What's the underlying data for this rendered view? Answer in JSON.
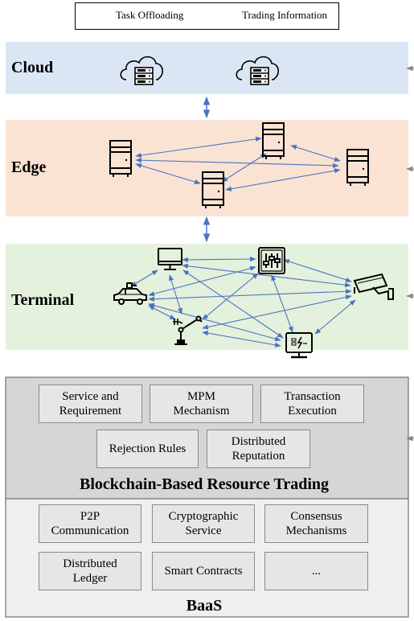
{
  "legend": {
    "task_offloading": "Task Offloading",
    "trading_information": "Trading Information"
  },
  "layers": {
    "cloud": "Cloud",
    "edge": "Edge",
    "terminal": "Terminal"
  },
  "blockchain": {
    "title": "Blockchain-Based Resource Trading",
    "modules": [
      "Service and\nRequirement",
      "MPM\nMechanism",
      "Transaction\nExecution",
      "Rejection Rules",
      "Distributed\nReputation"
    ]
  },
  "baas": {
    "title": "BaaS",
    "modules": [
      "P2P\nCommunication",
      "Cryptographic\nService",
      "Consensus\nMechanisms",
      "Distributed\nLedger",
      "Smart Contracts",
      "..."
    ]
  },
  "colors": {
    "cloud_band": "#dbe6f4",
    "edge_band": "#fae3d3",
    "terminal_band": "#e4f1dc",
    "arrow_blue": "#4a73c4",
    "trading_gray": "#888888",
    "blockchain_panel": "#d6d6d6",
    "baas_panel": "#efefef",
    "module_fill": "#e6e6e6"
  }
}
